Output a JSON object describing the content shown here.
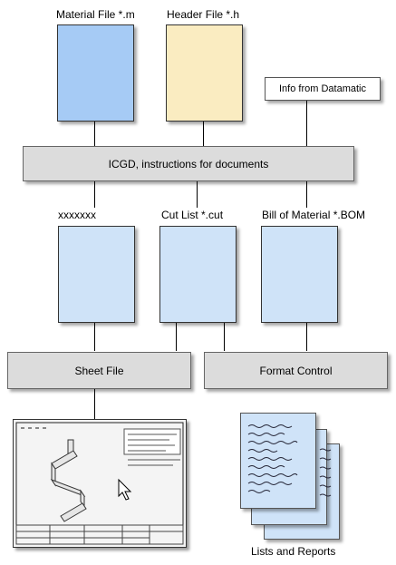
{
  "inputs": {
    "material_file": "Material File *.m",
    "header_file": "Header File *.h",
    "info_from_datamatic": "Info from Datamatic"
  },
  "process": {
    "icgd": "ICGD, instructions for documents"
  },
  "outputs": {
    "xxxxxxx": "xxxxxxx",
    "cut_list": "Cut List *.cut",
    "bill_of_material": "Bill of Material *.BOM"
  },
  "stages": {
    "sheet_file": "Sheet File",
    "format_control": "Format Control"
  },
  "results": {
    "lists_and_reports": "Lists and Reports"
  },
  "colors": {
    "material_fill": "#a6cbf5",
    "header_fill": "#faecc1",
    "output_fill": "#cfe3f8",
    "bar_fill": "#dcdcdc"
  }
}
